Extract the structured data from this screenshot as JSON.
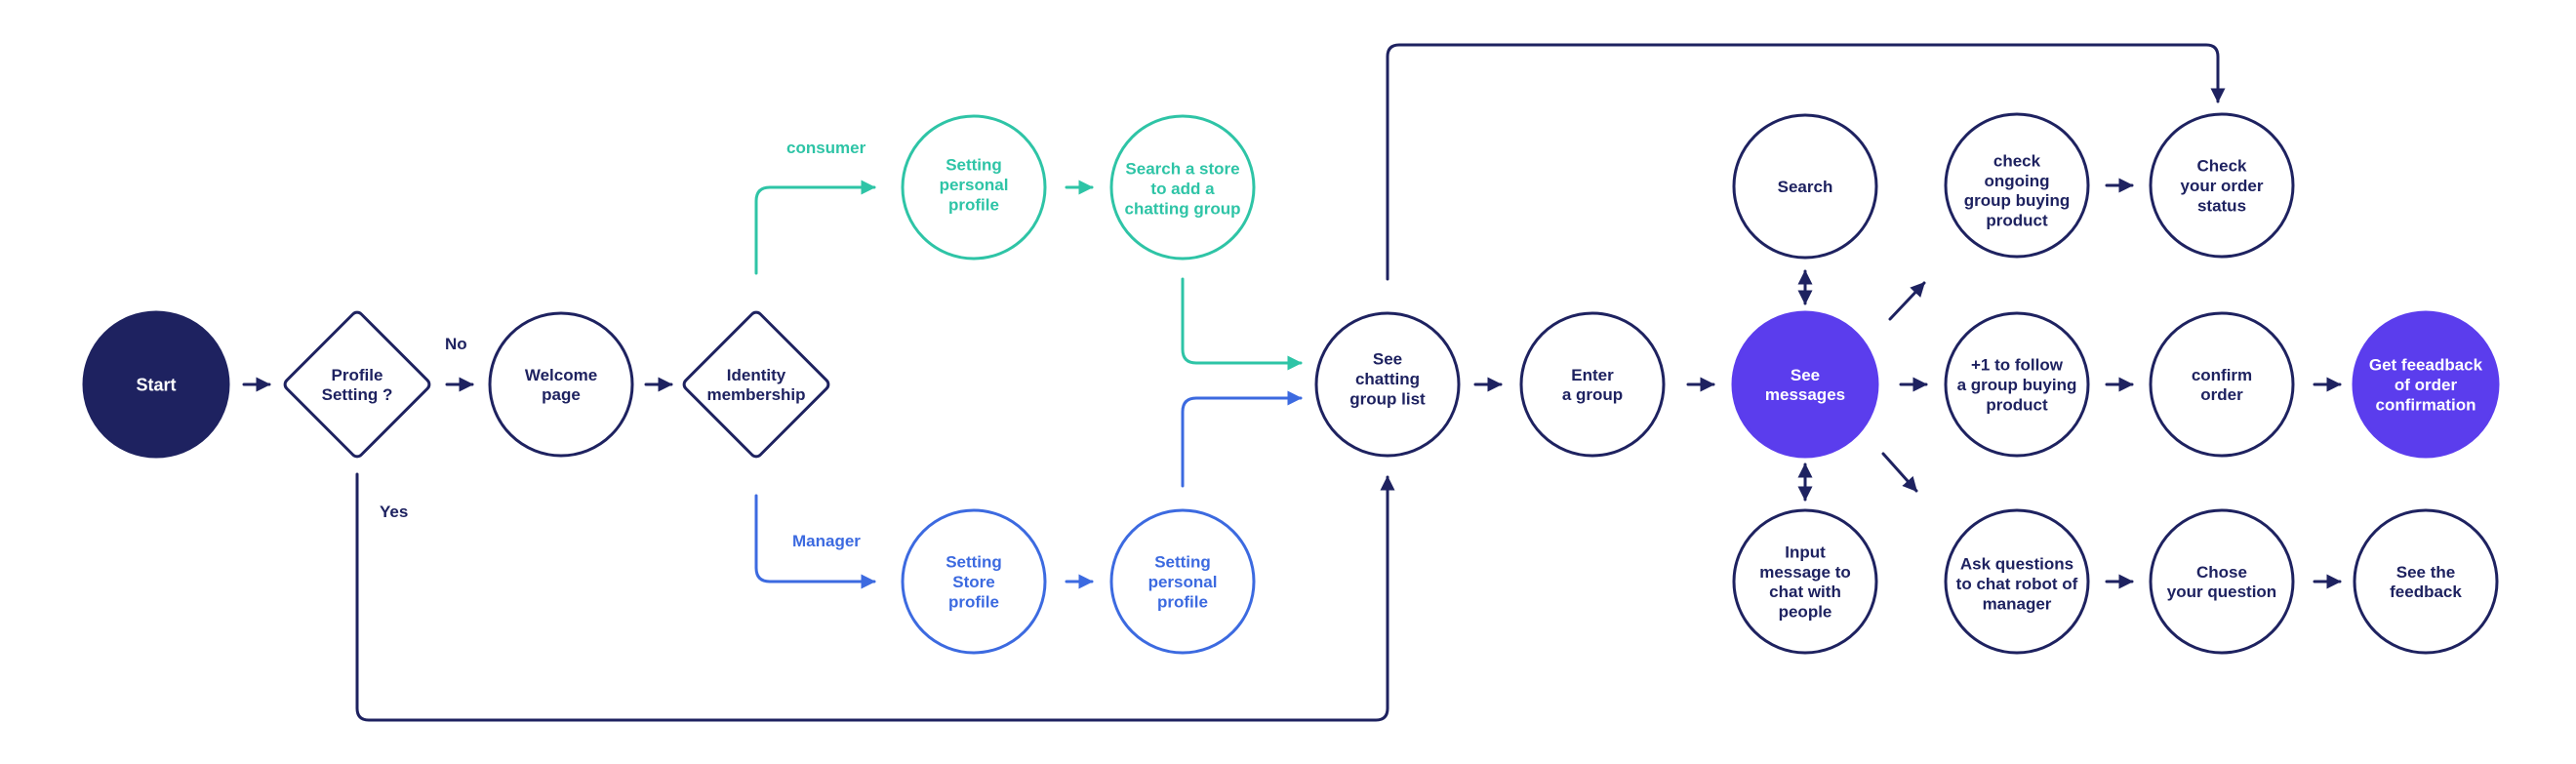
{
  "colors": {
    "navy": "#1e2260",
    "teal": "#2ec4a6",
    "blue": "#3c6ae0",
    "purple": "#5b3ded",
    "white": "#ffffff"
  },
  "nodes": {
    "start": "Start",
    "profile_setting": "Profile|Setting ?",
    "welcome": "Welcome|page",
    "identity": "Identity|membership",
    "consumer_profile": "Setting|personal|profile",
    "search_store": "Search a store|to add a|chatting group",
    "store_profile": "Setting|Store|profile",
    "manager_profile": "Setting|personal|profile",
    "group_list": "See|chatting|group list",
    "enter_group": "Enter|a group",
    "see_messages": "See|messages",
    "search": "Search",
    "input_message": "Input|message to|chat with|people",
    "check_ongoing": "check|ongoing|group buying|product",
    "check_status": "Check|your order|status",
    "plus_one": "+1 to follow|a group buying|product",
    "confirm_order": "confirm|order",
    "feedback_confirmation": "Get  feeadback|of order|confirmation",
    "ask_robot": "Ask questions|to chat robot of|manager",
    "choose_question": "Chose|your question",
    "see_feedback": "See the|feedback"
  },
  "edge_labels": {
    "no": "No",
    "yes": "Yes",
    "consumer": "consumer",
    "manager": "Manager"
  }
}
